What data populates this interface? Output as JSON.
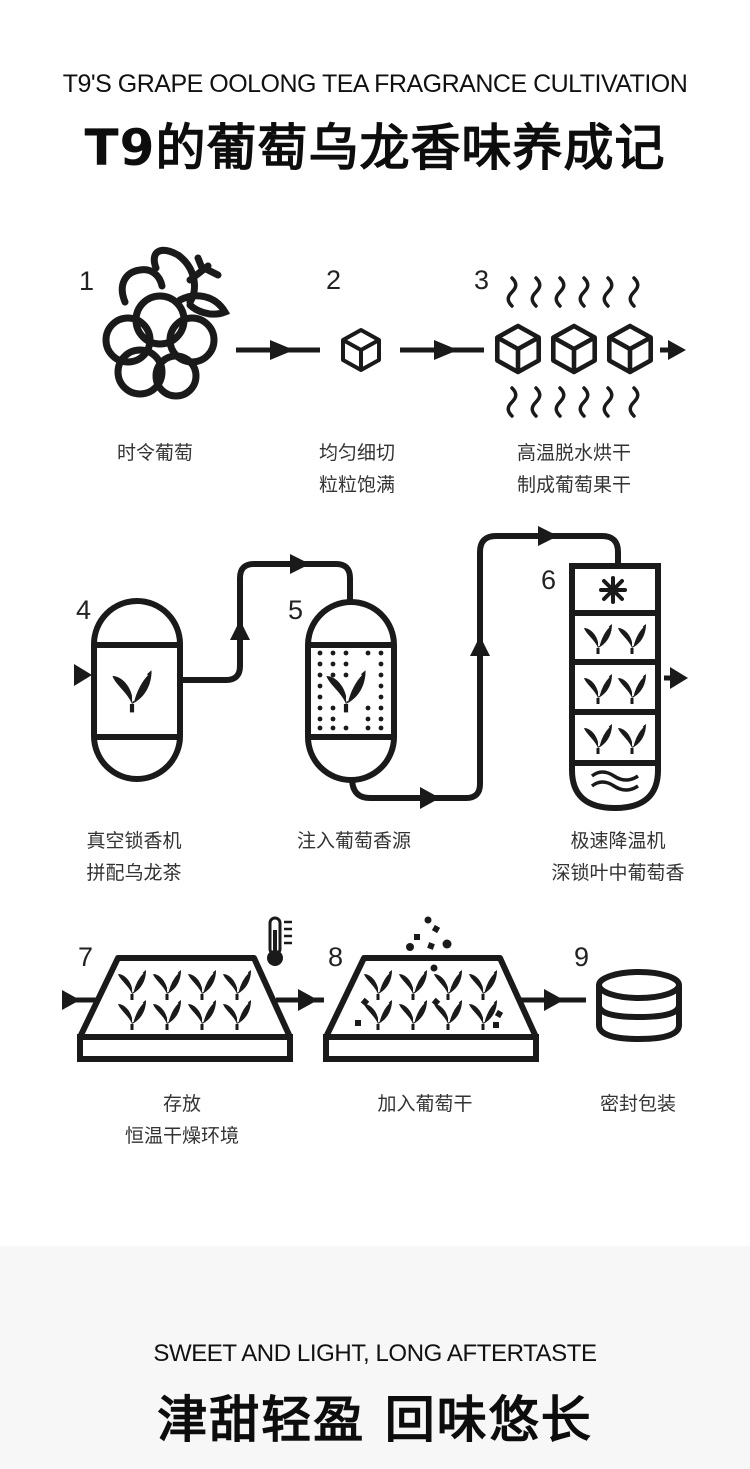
{
  "header": {
    "title_en": "T9'S GRAPE OOLONG TEA FRAGRANCE CULTIVATION",
    "title_zh": "T9的葡萄乌龙香味养成记"
  },
  "steps": [
    {
      "number": "1",
      "icon": "grape-icon",
      "caption": [
        "时令葡萄"
      ]
    },
    {
      "number": "2",
      "icon": "cube-icon",
      "caption": [
        "均匀细切",
        "粒粒饱满"
      ]
    },
    {
      "number": "3",
      "icon": "drying-cubes-icon",
      "caption": [
        "高温脱水烘干",
        "制成葡萄果干"
      ]
    },
    {
      "number": "4",
      "icon": "vacuum-tank-icon",
      "caption": [
        "真空锁香机",
        "拼配乌龙茶"
      ]
    },
    {
      "number": "5",
      "icon": "infusion-tank-icon",
      "caption": [
        "注入葡萄香源"
      ]
    },
    {
      "number": "6",
      "icon": "cooling-column-icon",
      "caption": [
        "极速降温机",
        "深锁叶中葡萄香"
      ]
    },
    {
      "number": "7",
      "icon": "storage-tray-icon",
      "caption": [
        "存放",
        "恒温干燥环境"
      ]
    },
    {
      "number": "8",
      "icon": "raisin-tray-icon",
      "caption": [
        "加入葡萄干"
      ]
    },
    {
      "number": "9",
      "icon": "sealed-tin-icon",
      "caption": [
        "密封包装"
      ]
    }
  ],
  "footer": {
    "tagline_en": "SWEET AND LIGHT, LONG AFTERTASTE",
    "tagline_zh": "津甜轻盈 回味悠长"
  },
  "colors": {
    "ink": "#1a1a1a",
    "background": "#ffffff",
    "footer_bg": "#f8f7f7"
  }
}
